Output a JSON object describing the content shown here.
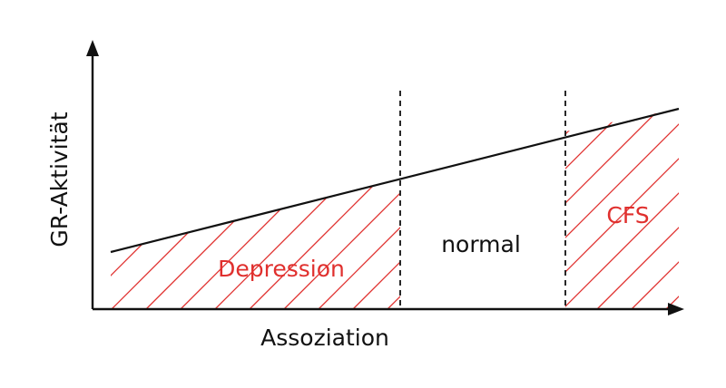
{
  "axes": {
    "x_label": "Assoziation",
    "y_label": "GR-Aktivität"
  },
  "regions": {
    "depression_label": "Depression",
    "normal_label": "normal",
    "cfs_label": "CFS"
  },
  "colors": {
    "line": "#111111",
    "accent": "#e0302e",
    "background": "#ffffff"
  }
}
